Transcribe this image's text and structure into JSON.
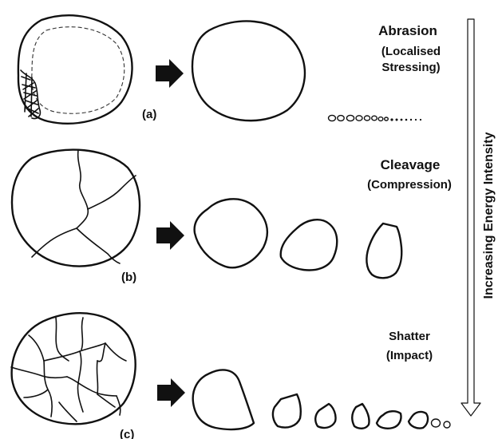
{
  "mechanisms": [
    {
      "id": "a",
      "panel_label": "(a)",
      "title": "Abrasion",
      "subtitle_lines": [
        "(Localised",
        "Stressing)"
      ]
    },
    {
      "id": "b",
      "panel_label": "(b)",
      "title": "Cleavage",
      "subtitle_lines": [
        "(Compression)"
      ]
    },
    {
      "id": "c",
      "panel_label": "(c)",
      "title": "Shatter",
      "subtitle_lines": [
        "(Impact)"
      ]
    }
  ],
  "energy_axis": {
    "label": "Increasing Energy Intensity",
    "direction": "down"
  },
  "colors": {
    "ink": "#111111",
    "background": "#ffffff"
  },
  "icons": {
    "process_arrow": "right-arrow-icon"
  }
}
